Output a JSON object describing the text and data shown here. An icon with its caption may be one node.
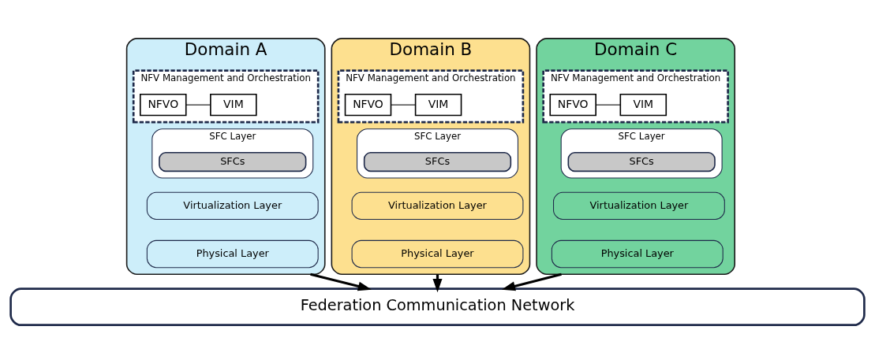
{
  "diagram": {
    "nodes": [
      {
        "text": [
          "Domain A"
        ]
      },
      {
        "text": [
          "NFV Management and Orchestration"
        ],
        "in": 0
      },
      {
        "text": [
          "NFVO"
        ],
        "in": 1
      },
      {
        "text": [
          "VIM"
        ],
        "in": 1
      },
      {
        "text": [
          "SFC Layer"
        ],
        "in": 0
      },
      {
        "text": [
          "SFCs"
        ],
        "in": 4
      },
      {
        "text": [
          "Virtualization Layer"
        ],
        "in": 0
      },
      {
        "text": [
          "Physical Layer"
        ],
        "in": 0
      },
      {
        "text": [
          "Domain B"
        ]
      },
      {
        "text": [
          "NFV Management and Orchestration"
        ],
        "in": 8
      },
      {
        "text": [
          "NFVO"
        ],
        "in": 9
      },
      {
        "text": [
          "VIM"
        ],
        "in": 9
      },
      {
        "text": [
          "SFC Layer"
        ],
        "in": 8
      },
      {
        "text": [
          "SFCs"
        ],
        "in": 12
      },
      {
        "text": [
          "Virtualization Layer"
        ],
        "in": 8
      },
      {
        "text": [
          "Physical Layer"
        ],
        "in": 8
      },
      {
        "text": [
          "Domain C"
        ]
      },
      {
        "text": [
          "NFV Management and Orchestration"
        ],
        "in": 16
      },
      {
        "text": [
          "NFVO"
        ],
        "in": 17
      },
      {
        "text": [
          "VIM"
        ],
        "in": 17
      },
      {
        "text": [
          "SFC Layer"
        ],
        "in": 16
      },
      {
        "text": [
          "SFCs"
        ],
        "in": 20
      },
      {
        "text": [
          "Virtualization Layer"
        ],
        "in": 16
      },
      {
        "text": [
          "Physical Layer"
        ],
        "in": 16
      },
      {
        "text": [
          "Federation Communication Network"
        ]
      }
    ],
    "edges": [
      {
        "from": 2,
        "to": 3,
        "arrow": "none"
      },
      {
        "from": 10,
        "to": 11,
        "arrow": "none"
      },
      {
        "from": 18,
        "to": 19,
        "arrow": "none"
      },
      {
        "from": 0,
        "to": 24,
        "arrow": "to",
        "style": "thick"
      },
      {
        "from": 8,
        "to": 24,
        "arrow": "to",
        "style": "thick"
      },
      {
        "from": 16,
        "to": 24,
        "arrow": "to",
        "style": "thick"
      }
    ]
  }
}
